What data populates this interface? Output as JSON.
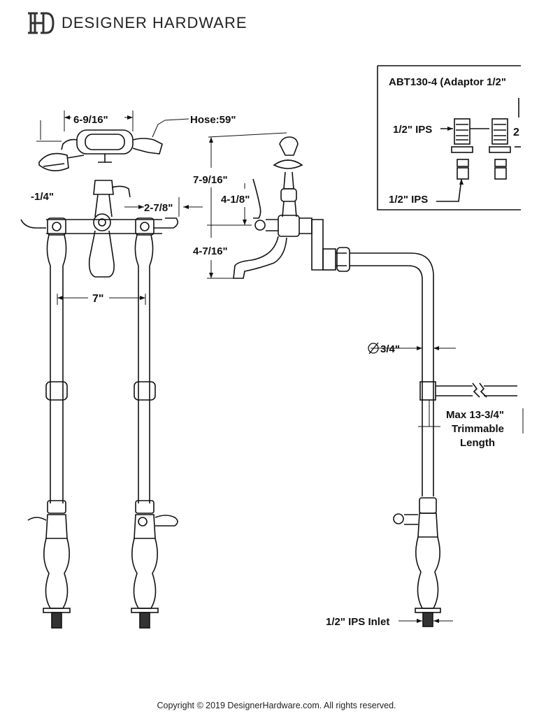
{
  "header": {
    "brand": "DESIGNER HARDWARE",
    "logo_icon": "dh-monogram-icon"
  },
  "labels": {
    "width_handshower": "6-9/16\"",
    "hose": "Hose:59\"",
    "left_partial": "-1/4\"",
    "spout_offset": "2-7/8\"",
    "center_spacing": "7\"",
    "height_upper": "7-9/16\"",
    "height_mid": "4-1/8\"",
    "height_lower": "4-7/16\"",
    "adaptor_title": "ABT130-4 (Adaptor 1/2\"",
    "adaptor_ips_top": "1/2\" IPS",
    "adaptor_ips_bottom": "1/2\" IPS",
    "adaptor_partial": "2",
    "pipe_diameter": "3/4\"",
    "max_length_1": "Max 13-3/4\"",
    "max_length_2": "Trimmable",
    "max_length_3": "Length",
    "inlet": "1/2\" IPS Inlet"
  },
  "footer": {
    "copyright": "Copyright © 2019 DesignerHardware.com. All rights reserved."
  }
}
